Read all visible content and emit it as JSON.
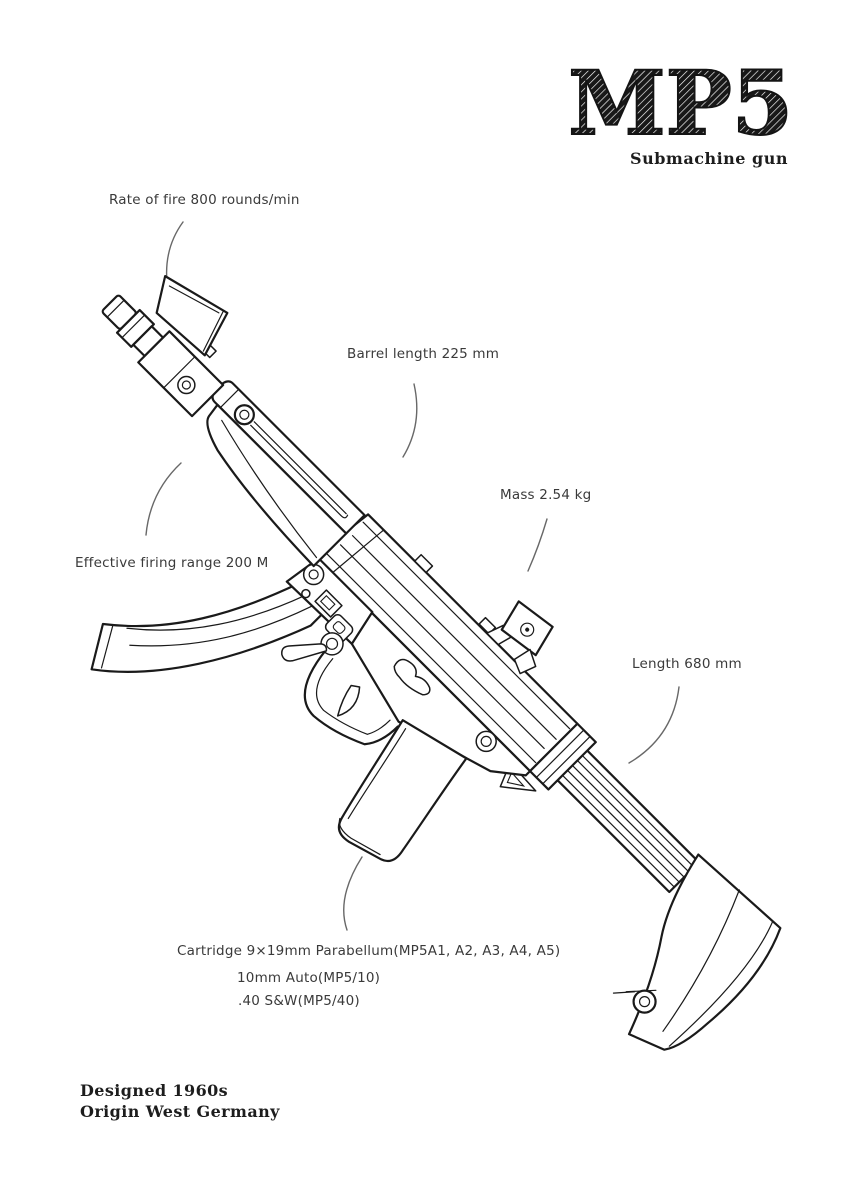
{
  "title": "MP5",
  "subtitle": "Submachine gun",
  "specs": {
    "rate_of_fire": "Rate of fire 800 rounds/min",
    "barrel_length": "Barrel length 225 mm",
    "mass": "Mass 2.54 kg",
    "effective_range": "Effective firing range 200 M",
    "length": "Length 680 mm",
    "cartridge_line1": "Cartridge 9×19mm Parabellum(MP5A1, A2, A3, A4, A5)",
    "cartridge_line2": "10mm Auto(MP5/10)",
    "cartridge_line3": ".40 S&W(MP5/40)"
  },
  "footer": {
    "designed": "Designed 1960s",
    "origin": "Origin West Germany"
  },
  "illustration_name": "mp5-line-drawing",
  "colors": {
    "background": "#ffffff",
    "ink": "#1a1a1a",
    "annotation": "#3a3a3a",
    "leader_line": "#686868"
  }
}
